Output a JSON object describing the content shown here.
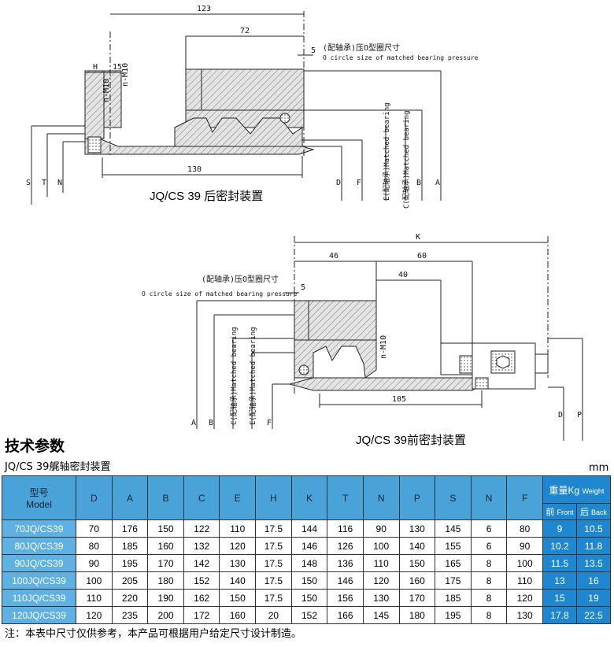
{
  "drawing_rear": {
    "caption": "JQ/CS 39 后密封装置",
    "dims": {
      "d123": "123",
      "d72": "72",
      "d5": "5",
      "H": "H",
      "d15": "15",
      "nM10a": "n-M10",
      "nM10b": "n-M10",
      "d130": "130",
      "S": "S",
      "T": "T",
      "N": "N",
      "D": "D",
      "F": "F",
      "B": "B",
      "A": "A"
    },
    "oring_cn": "(配轴承)压O型圈尺寸",
    "oring_en": "O circle size of matched bearing pressure",
    "bearing_E": "E(配轴承)Matched bearing",
    "bearing_C": "C(配轴承)Matched bearing"
  },
  "drawing_front": {
    "caption": "JQ/CS 39前密封装置",
    "dims": {
      "K": "K",
      "d46": "46",
      "d60": "60",
      "d40": "40",
      "d5": "5",
      "nM10": "n-M10",
      "d105": "105",
      "A": "A",
      "B": "B",
      "F": "F",
      "D": "D",
      "P": "P"
    },
    "oring_cn": "(配轴承)压O型圈尺寸",
    "oring_en": "O circle size of matched bearing pressure",
    "bearing_C": "C(配轴承)Matched bearing",
    "bearing_E": "E(配轴承)Matched bearing"
  },
  "heading": "技术参数",
  "subtitle": "JQ/CS 39艉轴密封装置",
  "unit": "mm",
  "table": {
    "model_cn": "型号",
    "model_en": "Model",
    "columns": [
      "D",
      "A",
      "B",
      "C",
      "E",
      "H",
      "K",
      "T",
      "N",
      "P",
      "S",
      "N",
      "F"
    ],
    "weight_cn": "重量Kg",
    "weight_en": "Weight",
    "front_cn": "前",
    "front_en": "Front",
    "back_cn": "后",
    "back_en": "Back",
    "rows": [
      {
        "model": "70JQ/CS39",
        "vals": [
          "70",
          "176",
          "150",
          "122",
          "110",
          "17.5",
          "144",
          "116",
          "90",
          "130",
          "145",
          "6",
          "80"
        ],
        "front": "9",
        "back": "10.5"
      },
      {
        "model": "80JQ/CS39",
        "vals": [
          "80",
          "185",
          "160",
          "132",
          "120",
          "17.5",
          "146",
          "126",
          "100",
          "140",
          "155",
          "6",
          "90"
        ],
        "front": "10.2",
        "back": "11.8"
      },
      {
        "model": "90JQ/CS39",
        "vals": [
          "90",
          "195",
          "170",
          "142",
          "130",
          "17.5",
          "148",
          "136",
          "110",
          "150",
          "165",
          "8",
          "100"
        ],
        "front": "11.5",
        "back": "13.5"
      },
      {
        "model": "100JQ/CS39",
        "vals": [
          "100",
          "205",
          "180",
          "152",
          "140",
          "17.5",
          "150",
          "146",
          "120",
          "160",
          "175",
          "8",
          "110"
        ],
        "front": "13",
        "back": "16"
      },
      {
        "model": "110JQ/CS39",
        "vals": [
          "110",
          "220",
          "190",
          "162",
          "150",
          "17.5",
          "150",
          "156",
          "130",
          "170",
          "185",
          "8",
          "120"
        ],
        "front": "15",
        "back": "19"
      },
      {
        "model": "120JQ/CS39",
        "vals": [
          "120",
          "235",
          "200",
          "172",
          "160",
          "20",
          "152",
          "166",
          "145",
          "180",
          "195",
          "8",
          "130"
        ],
        "front": "17.8",
        "back": "22.5"
      }
    ]
  },
  "note": "注：本表中尺寸仅供参考，本产品可根据用户给定尺寸设计制造。"
}
